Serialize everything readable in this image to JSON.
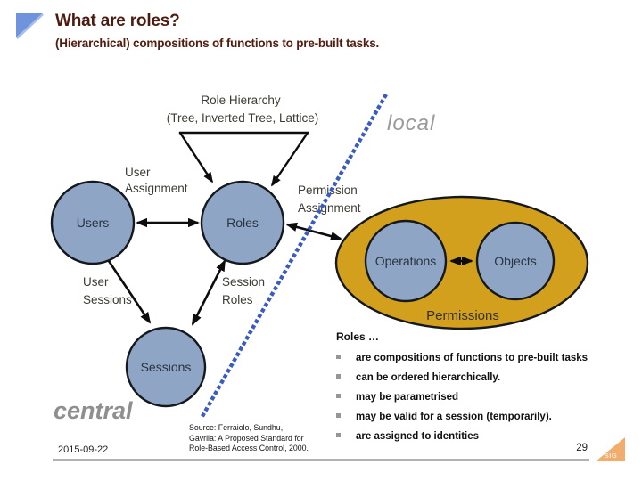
{
  "header": {
    "title": "What are roles?",
    "subtitle": "(Hierarchical) compositions of functions to pre-built tasks."
  },
  "diagram": {
    "role_hierarchy_line1": "Role Hierarchy",
    "role_hierarchy_line2": "(Tree, Inverted Tree, Lattice)",
    "user_assignment_line1": "User",
    "user_assignment_line2": "Assignment",
    "permission_assignment_line1": "Permission",
    "permission_assignment_line2": "Assignment",
    "user_sessions_line1": "User",
    "user_sessions_line2": "Sessions",
    "session_roles_line1": "Session",
    "session_roles_line2": "Roles",
    "nodes": {
      "users": "Users",
      "roles": "Roles",
      "sessions": "Sessions",
      "operations": "Operations",
      "objects": "Objects"
    },
    "permissions_label": "Permissions",
    "zones": {
      "local": "local",
      "central": "central"
    },
    "colors": {
      "node_fill": "#8FA5C6",
      "node_stroke": "#15181C",
      "ellipse_fill": "#D2A01D",
      "dotted_line": "#3A5BBF",
      "zone_label": "#9A9A9A"
    }
  },
  "roles_panel": {
    "heading": "Roles …",
    "bullets": [
      "are compositions of functions to pre-built tasks",
      "can be ordered hierarchically.",
      "may be parametrised",
      "may be valid for a session (temporarily).",
      "are assigned to identities"
    ]
  },
  "footer": {
    "date": "2015-09-22",
    "source_lines": [
      "Source: Ferraiolo, Sundhu,",
      "Gavrila: A Proposed Standard for",
      "Role-Based Access Control, 2000."
    ],
    "page_number": "29",
    "logo_text": "SIG"
  },
  "theme_colors": {
    "title_text": "#4C1A0F",
    "header_logo_blue": "#7094DC",
    "footer_line_gray": "#B2B2B5",
    "sig_triangle_orange": "#F2AD6C"
  }
}
